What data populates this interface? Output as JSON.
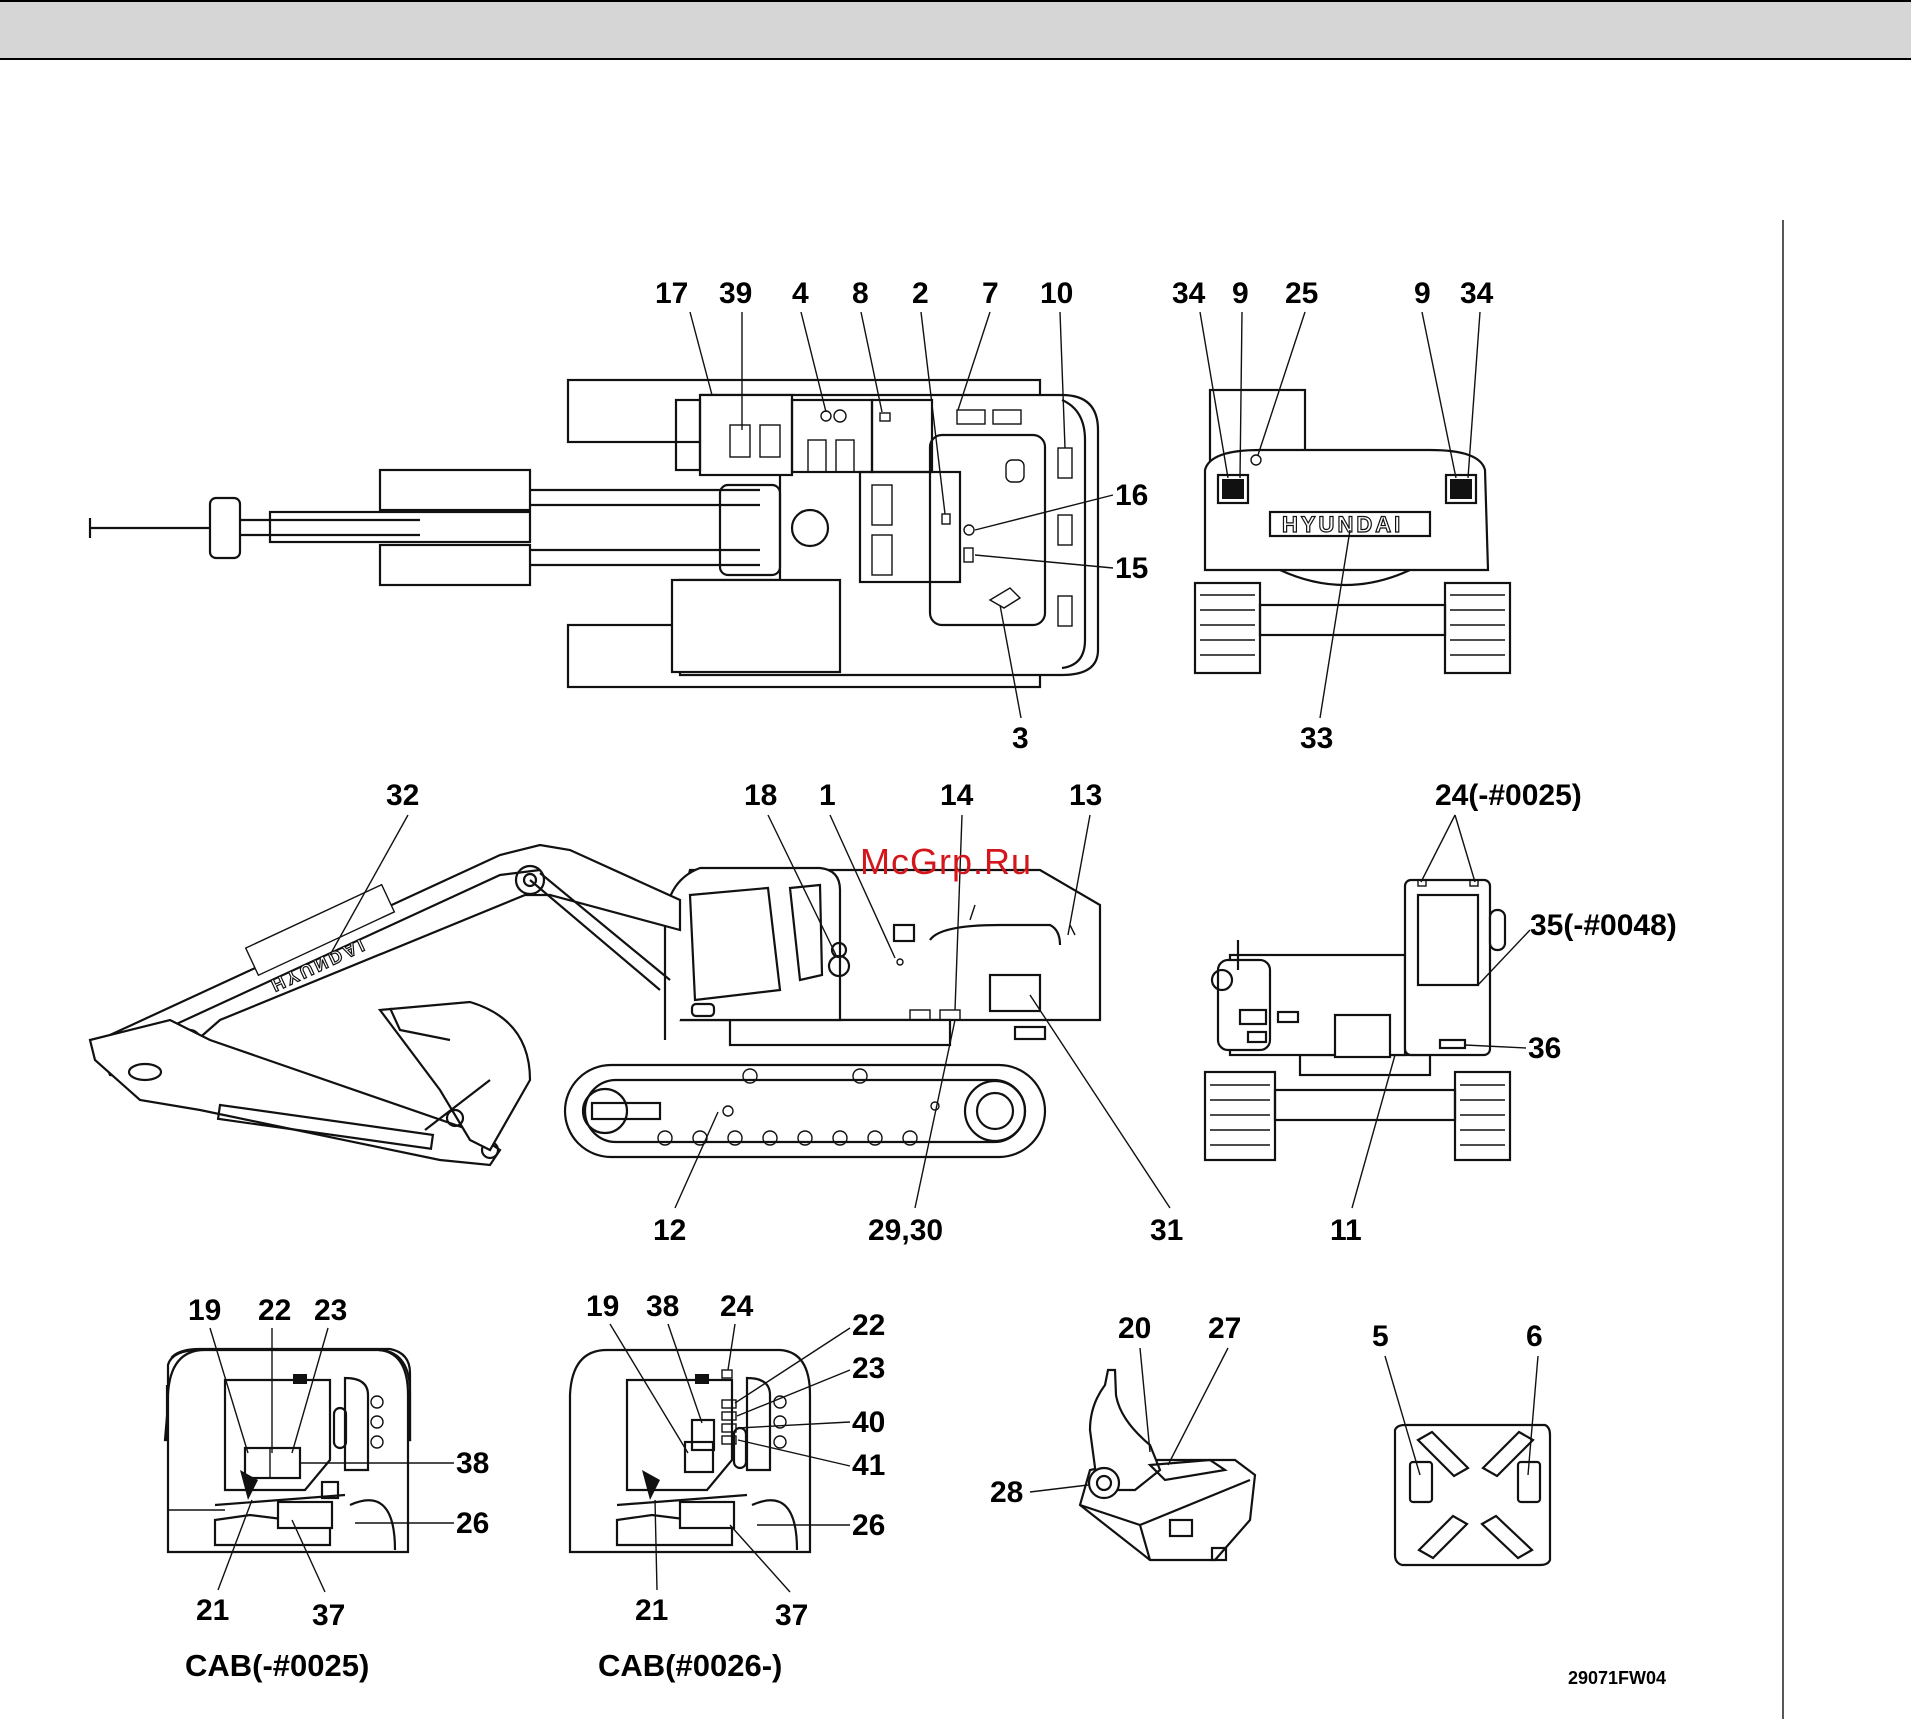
{
  "watermark": "McGrp.Ru",
  "figure_code": "29071FW04",
  "brand_lettering": "HYUNDAI",
  "top_view": {
    "callouts": [
      "17",
      "39",
      "4",
      "8",
      "2",
      "7",
      "10",
      "16",
      "15",
      "3"
    ]
  },
  "rear_view": {
    "callouts": [
      "34",
      "9",
      "25",
      "9",
      "34",
      "33"
    ]
  },
  "side_view": {
    "callouts": [
      "32",
      "18",
      "1",
      "14",
      "13",
      "12",
      "29,30",
      "31"
    ]
  },
  "front_view": {
    "callouts": [
      "24(-#0025)",
      "35(-#0048)",
      "36",
      "11"
    ]
  },
  "cab_early": {
    "title": "CAB(-#0025)",
    "callouts": [
      "19",
      "22",
      "23",
      "38",
      "26",
      "21",
      "37"
    ]
  },
  "cab_late": {
    "title": "CAB(#0026-)",
    "callouts": [
      "19",
      "38",
      "24",
      "22",
      "23",
      "40",
      "41",
      "26",
      "21",
      "37"
    ]
  },
  "joystick": {
    "callouts": [
      "20",
      "27",
      "28"
    ]
  },
  "window_panel": {
    "callouts": [
      "5",
      "6"
    ]
  }
}
